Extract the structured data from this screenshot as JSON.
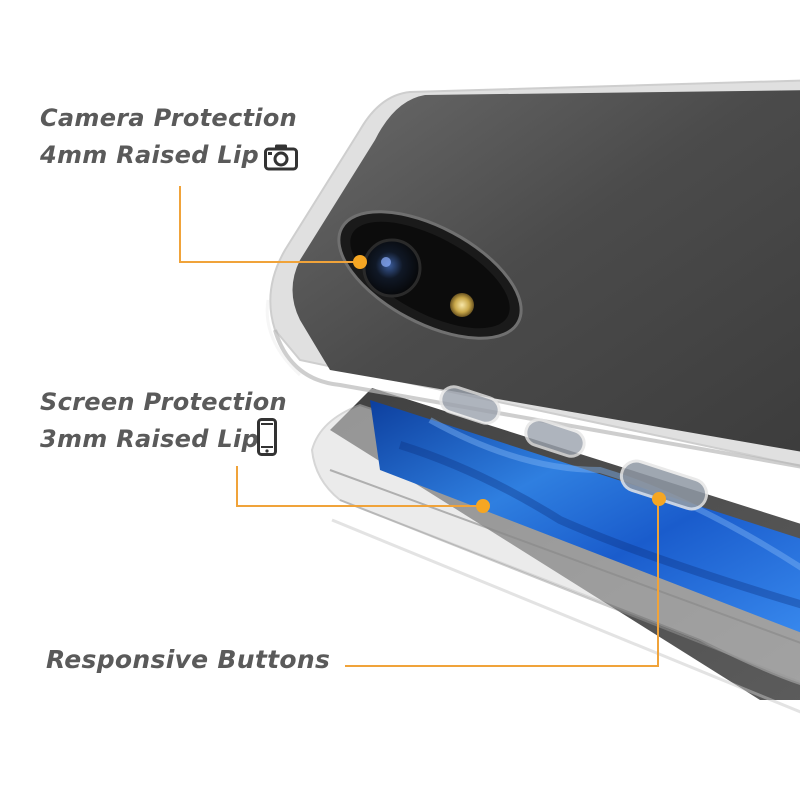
{
  "labels": {
    "camera_line1": "Camera Protection",
    "camera_line2": "4mm Raised Lip",
    "screen_line1": "Screen Protection",
    "screen_line2": "3mm Raised Lip",
    "buttons": "Responsive Buttons"
  },
  "icons": {
    "camera": "camera-icon",
    "phone": "phone-icon"
  },
  "colors": {
    "label_text": "#5a5a5a",
    "callout_line": "#f0a33a",
    "callout_dot": "#f5a623",
    "screen_blue": "#1e63c8",
    "case_dark": "#4a4a4a"
  }
}
